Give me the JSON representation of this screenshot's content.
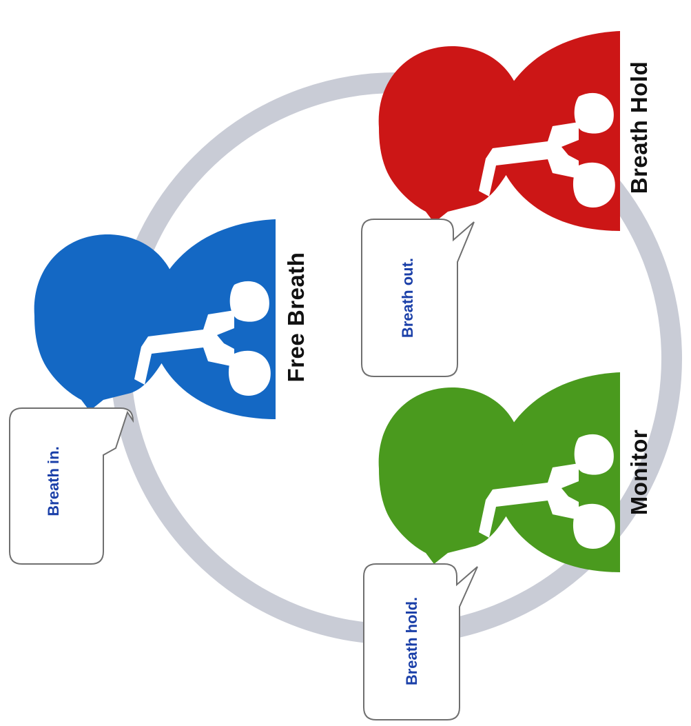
{
  "colors": {
    "cycle_ring": "#c9ccd6",
    "free_breath": "#1468c4",
    "breath_hold": "#cc1616",
    "monitor": "#4a9a1e",
    "bubble_text": "#1a3fa8",
    "label_text": "#111111"
  },
  "stages": {
    "free_breath": {
      "label": "Free  Breath",
      "speech": "Breath in."
    },
    "breath_hold": {
      "label": "Breath  Hold",
      "speech": "Breath out."
    },
    "monitor": {
      "label": "Monitor",
      "speech": "Breath hold."
    }
  },
  "icons": [
    "head-lungs-icon-blue",
    "head-lungs-icon-red",
    "head-lungs-icon-green"
  ]
}
